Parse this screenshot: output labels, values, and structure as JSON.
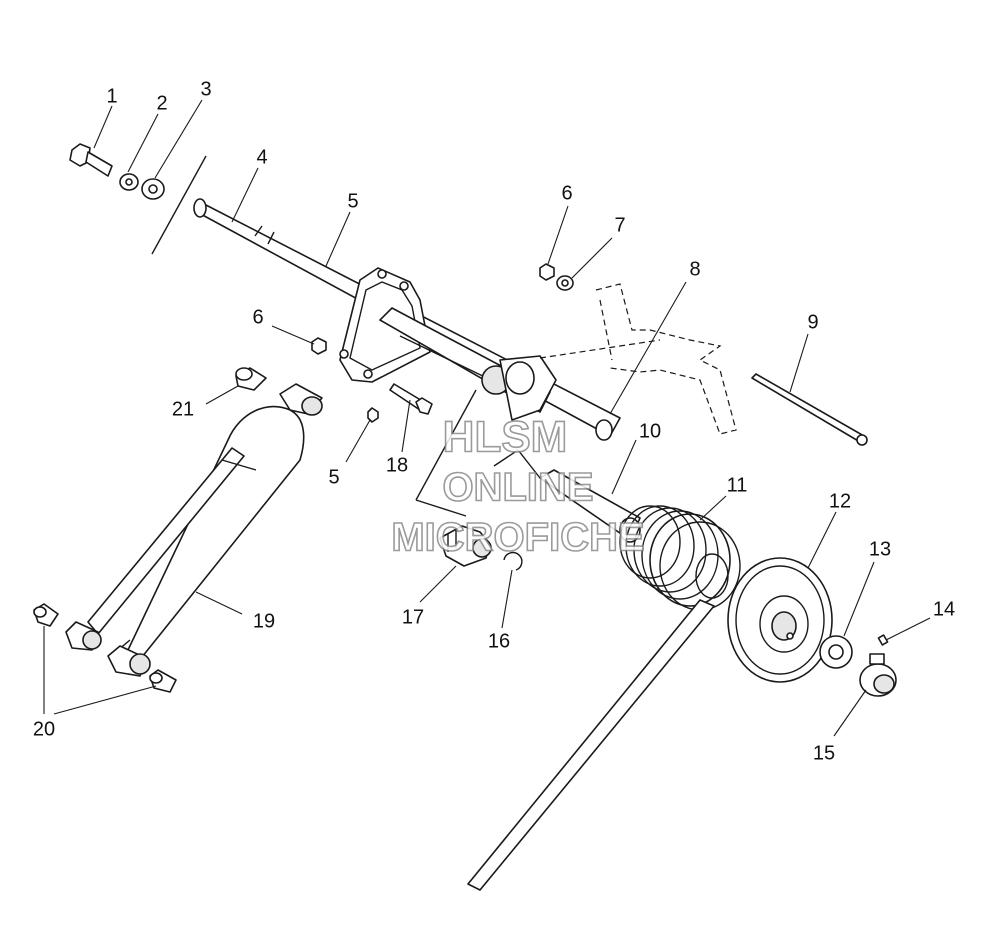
{
  "diagram": {
    "callouts": [
      {
        "id": "c1",
        "label": "1"
      },
      {
        "id": "c2",
        "label": "2"
      },
      {
        "id": "c3",
        "label": "3"
      },
      {
        "id": "c4",
        "label": "4"
      },
      {
        "id": "c5a",
        "label": "5"
      },
      {
        "id": "c5b",
        "label": "5"
      },
      {
        "id": "c6a",
        "label": "6"
      },
      {
        "id": "c6b",
        "label": "6"
      },
      {
        "id": "c7",
        "label": "7"
      },
      {
        "id": "c8",
        "label": "8"
      },
      {
        "id": "c9",
        "label": "9"
      },
      {
        "id": "c10",
        "label": "10"
      },
      {
        "id": "c11",
        "label": "11"
      },
      {
        "id": "c12",
        "label": "12"
      },
      {
        "id": "c13",
        "label": "13"
      },
      {
        "id": "c14",
        "label": "14"
      },
      {
        "id": "c15",
        "label": "15"
      },
      {
        "id": "c16",
        "label": "16"
      },
      {
        "id": "c17",
        "label": "17"
      },
      {
        "id": "c18",
        "label": "18"
      },
      {
        "id": "c19",
        "label": "19"
      },
      {
        "id": "c20",
        "label": "20"
      },
      {
        "id": "c21",
        "label": "21"
      }
    ]
  },
  "watermark": {
    "line1": "HLSM",
    "line2": "ONLINE",
    "line3": "MICROFICHE"
  },
  "colors": {
    "line": "#1a1a1a",
    "background": "#ffffff",
    "watermark": "#8a8a8a"
  }
}
